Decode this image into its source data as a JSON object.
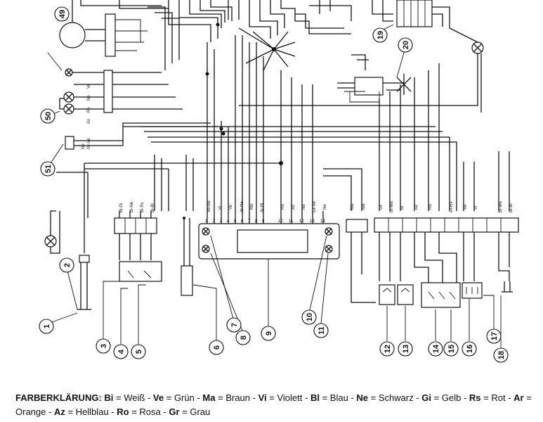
{
  "diagram": {
    "callouts": [
      "1",
      "2",
      "3",
      "4",
      "5",
      "6",
      "7",
      "8",
      "9",
      "10",
      "11",
      "12",
      "13",
      "14",
      "15",
      "16",
      "17",
      "18",
      "19",
      "20",
      "49",
      "50",
      "51"
    ],
    "connector_labels_left": [
      "Bi-Gi",
      "Bi-Ne",
      "Bi-Rs",
      "Bi-Bl"
    ],
    "connector_labels_center": [
      "Ve-Ne",
      "Vi",
      "Ve",
      "Ar-Ne",
      "Ma",
      "Ar-Bl",
      "Ro",
      "Az",
      "Ne",
      "Gr-Ve",
      "Ne"
    ],
    "connector_labels_center_right": [
      "Ma",
      "Ma"
    ],
    "connector_labels_right": [
      "Gr",
      "Bi-Ma",
      "Bl",
      "Az",
      "Ro",
      "Gi-Rs",
      "Ve",
      "Vi",
      "Bi-Ma",
      "Bi-Bl"
    ],
    "pin_numbers_center": [
      "1",
      "2",
      "3",
      "4",
      "5",
      "6",
      "7",
      "8",
      "9",
      "10",
      "11",
      "12",
      "13",
      "14"
    ],
    "lamp_labels": [
      "Ve",
      "Ne",
      "Ro",
      "Az",
      "Gr-Ve",
      "Ne"
    ]
  },
  "legend": {
    "heading": "FARBERKLÄRUNG:",
    "colors": [
      {
        "code": "Bi",
        "name": "Weiß"
      },
      {
        "code": "Ve",
        "name": "Grün"
      },
      {
        "code": "Ma",
        "name": "Braun"
      },
      {
        "code": "Vi",
        "name": "Violett"
      },
      {
        "code": "Bl",
        "name": "Blau"
      },
      {
        "code": "Ne",
        "name": "Schwarz"
      },
      {
        "code": "Gi",
        "name": "Gelb"
      },
      {
        "code": "Rs",
        "name": "Rot"
      },
      {
        "code": "Ar",
        "name": "Orange"
      },
      {
        "code": "Az",
        "name": "Hellblau"
      },
      {
        "code": "Ro",
        "name": "Rosa"
      },
      {
        "code": "Gr",
        "name": "Grau"
      }
    ]
  }
}
